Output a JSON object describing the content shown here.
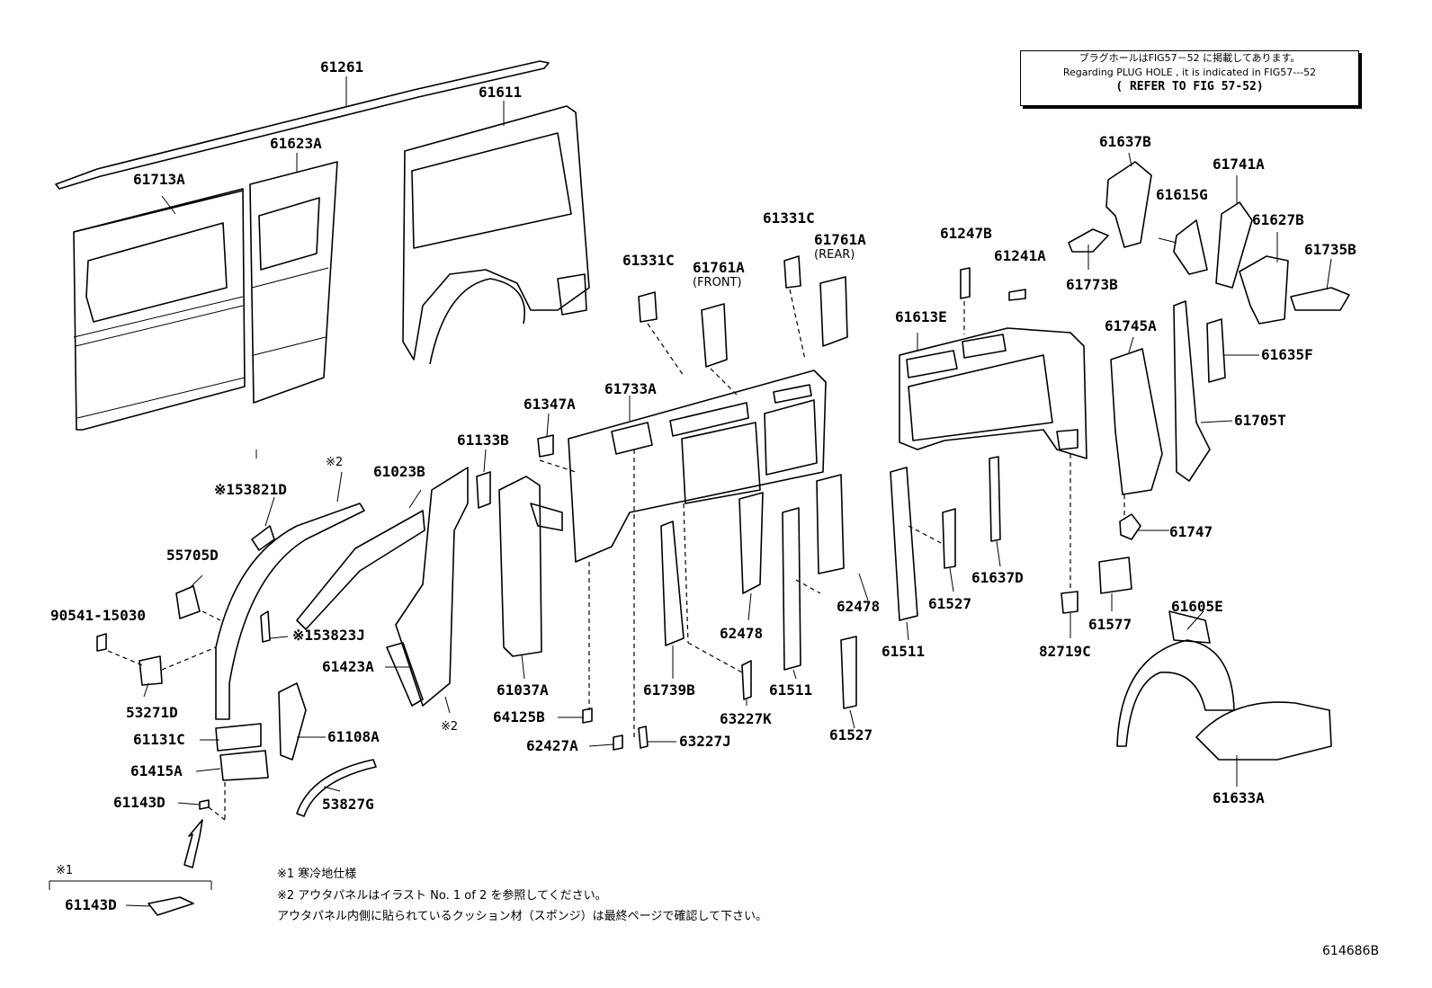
{
  "note_box": {
    "line1": "プラグホールはFIG57－52 に掲載してあります。",
    "line2": "Regarding PLUG HOLE , it is indicated in FIG57‑‑‑52",
    "line3": "( REFER TO FIG 57-52)"
  },
  "labels": {
    "p61261": "61261",
    "p61611": "61611",
    "p61623A": "61623A",
    "p61713A": "61713A",
    "p61637B": "61637B",
    "p61741A": "61741A",
    "p61615G": "61615G",
    "p61627B": "61627B",
    "p61735B": "61735B",
    "p61773B": "61773B",
    "p61331C_a": "61331C",
    "p61761A_a": "61761A",
    "rear": "(REAR)",
    "p61331C_b": "61331C",
    "p61761A_b": "61761A",
    "front": "(FRONT)",
    "p61247B": "61247B",
    "p61241A": "61241A",
    "p61613E": "61613E",
    "p61745A": "61745A",
    "p61635F": "61635F",
    "p61705T": "61705T",
    "p61347A": "61347A",
    "p61733A": "61733A",
    "p61133B": "61133B",
    "mark2_a": "※2",
    "p61023B": "61023B",
    "p53821D": "※153821D",
    "p55705D": "55705D",
    "p90541": "90541-15030",
    "p53823J": "※153823J",
    "p53271D": "53271D",
    "p61423A": "61423A",
    "mark2_b": "※2",
    "p61037A": "61037A",
    "p64125B": "64125B",
    "p62427A": "62427A",
    "p63227J": "63227J",
    "p61739B": "61739B",
    "p62478_a": "62478",
    "p63227K": "63227K",
    "p61511_a": "61511",
    "p62478_b": "62478",
    "p61527_a": "61527",
    "p61511_b": "61511",
    "p61527_b": "61527",
    "p61637D": "61637D",
    "p82719C": "82719C",
    "p61577": "61577",
    "p61747": "61747",
    "p61605E": "61605E",
    "p61633A": "61633A",
    "p61131C": "61131C",
    "p61108A": "61108A",
    "p61415A": "61415A",
    "p61143D_a": "61143D",
    "p53827G": "53827G",
    "mark1": "※1",
    "p61143D_b": "61143D"
  },
  "footnotes": {
    "line1": "※1 寒冷地仕様",
    "line2": "※2 アウタパネルはイラスト No. 1 of 2 を参照してください。",
    "line3": "アウタパネル内側に貼られているクッション材（スポンジ）は最終ページで確認して下さい。"
  },
  "figure_code": "614686B"
}
